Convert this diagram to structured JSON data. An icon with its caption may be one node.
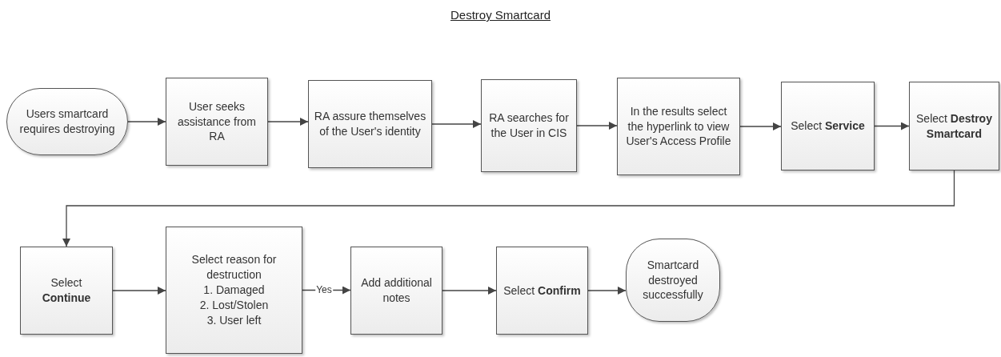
{
  "diagram": {
    "title": "Destroy Smartcard",
    "nodes": [
      {
        "text": [
          "Users smartcard requires destroying"
        ]
      },
      {
        "text": [
          "User seeks assistance from RA"
        ]
      },
      {
        "text": [
          "RA assure themselves of the User's identity"
        ]
      },
      {
        "text": [
          "RA searches for the User in CIS"
        ]
      },
      {
        "text": [
          "In the results select the hyperlink to view  User's Access Profile"
        ]
      },
      {
        "text": [
          "Select **Service**"
        ]
      },
      {
        "text": [
          "Select **Destroy Smartcard**"
        ]
      },
      {
        "text": [
          "Select **Continue**"
        ]
      },
      {
        "text": [
          "Select reason for destruction",
          "1. Damaged",
          "2. Lost/Stolen",
          "3. User left"
        ]
      },
      {
        "text": [
          "Add additional notes"
        ]
      },
      {
        "text": [
          "Select **Confirm**"
        ]
      },
      {
        "text": [
          "Smartcard destroyed successfully"
        ]
      }
    ],
    "edges": [
      {
        "from": 0,
        "to": 1,
        "arrow": "to"
      },
      {
        "from": 1,
        "to": 2,
        "arrow": "to"
      },
      {
        "from": 2,
        "to": 3,
        "arrow": "to"
      },
      {
        "from": 3,
        "to": 4,
        "arrow": "to"
      },
      {
        "from": 4,
        "to": 5,
        "arrow": "to"
      },
      {
        "from": 5,
        "to": 6,
        "arrow": "to"
      },
      {
        "from": 6,
        "to": 7,
        "arrow": "to"
      },
      {
        "from": 7,
        "to": 8,
        "arrow": "to"
      },
      {
        "from": 8,
        "to": 9,
        "arrow": "to",
        "label": "Yes"
      },
      {
        "from": 9,
        "to": 10,
        "arrow": "to"
      },
      {
        "from": 10,
        "to": 11,
        "arrow": "to"
      }
    ]
  }
}
